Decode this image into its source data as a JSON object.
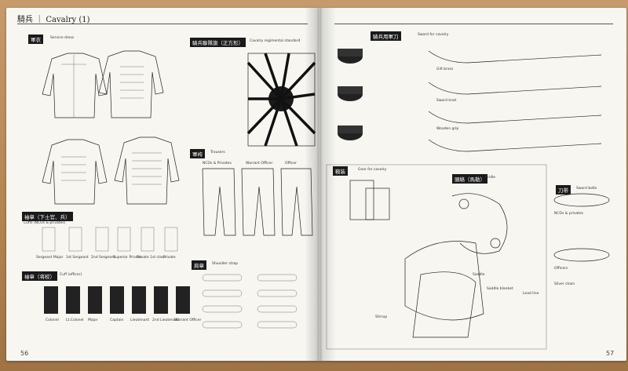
{
  "header_left": "騎兵 ｜ Cavalry (1)",
  "page_left": "56",
  "page_right": "57",
  "sections": {
    "dress": "軍衣",
    "dress_en": "Service dress",
    "standard": "騎兵聯隊旗（正方形）",
    "standard_en": "Cavalry regimental standard",
    "trousers": "軍袴",
    "trousers_en": "Trousers",
    "cuffs": "袖章（下士官、兵）",
    "cuffs_en": "Cuffs (NCOs & privates)",
    "cuffs_off": "袖章（将校）",
    "cuffs_off_en": "Cuff (officer)",
    "shoulder": "肩章",
    "shoulder_en": "Shoulder strap",
    "sword": "騎兵用軍刀",
    "sword_en": "Sword for cavalry",
    "saddle": "鞍装",
    "saddle_en": "Gear for cavalry",
    "bridle": "頭絡（馬勒）",
    "bridle_en": "Bridle",
    "belt": "刀帯",
    "belt_en": "Sword belts"
  },
  "cuff_ranks": [
    "Sergeant Major",
    "1st Sergeant",
    "2nd Sergeant",
    "Superior Private",
    "Private 1st class",
    "Private"
  ],
  "officer_ranks": [
    "Colonel",
    "Lt.Colonel",
    "Major",
    "Captain",
    "Lieutenant",
    "2nd Lieutenant",
    "Warrant Officer"
  ],
  "trouser_ranks": [
    "NCOs & Privates",
    "Warrant Officer",
    "Officer"
  ],
  "sword_labels": [
    "Gilt brass",
    "Sword knot",
    "Wooden grip"
  ],
  "saddle_labels": [
    "Saddle",
    "Saddle blanket",
    "Stirrup",
    "Lead line"
  ],
  "belt_labels": [
    "NCOs & privates",
    "Officers",
    "Silver chain"
  ]
}
